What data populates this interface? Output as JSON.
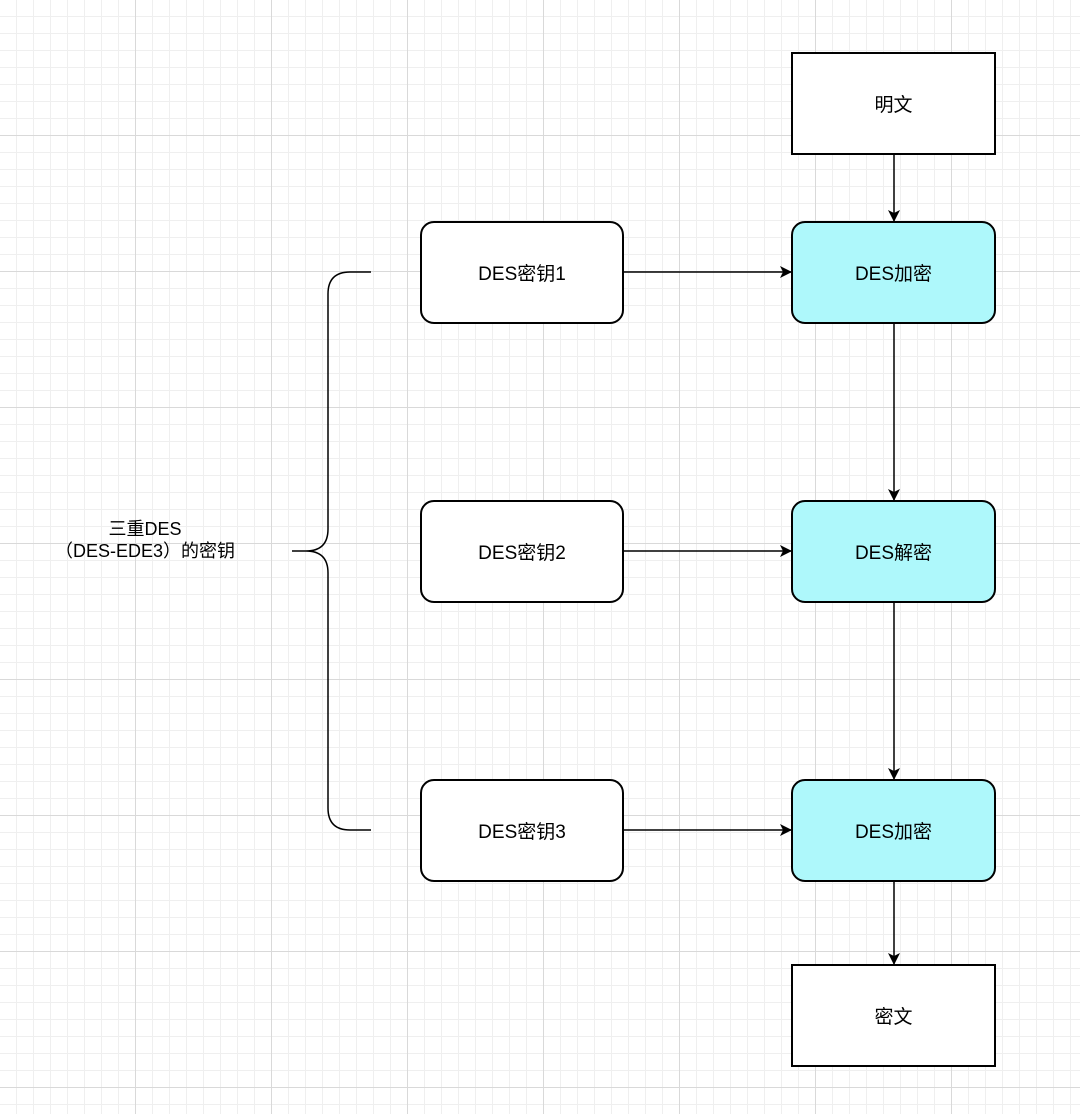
{
  "nodes": {
    "plaintext": "明文",
    "key1": "DES密钥1",
    "key2": "DES密钥2",
    "key3": "DES密钥3",
    "step1": "DES加密",
    "step2": "DES解密",
    "step3": "DES加密",
    "ciphertext": "密文"
  },
  "brace_label": {
    "line1": "三重DES",
    "line2": "（DES-EDE3）的密钥"
  },
  "colors": {
    "process_fill": "#aef8fb",
    "stroke": "#000000",
    "grid": "#d9d9d9"
  }
}
